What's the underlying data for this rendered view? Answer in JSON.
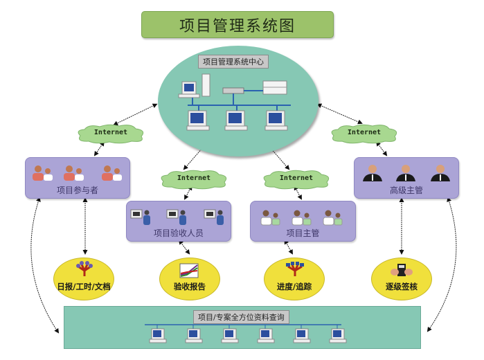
{
  "title": "项目管理系统图",
  "center": {
    "label": "项目管理系统中心"
  },
  "clouds": [
    {
      "label": "Internet"
    },
    {
      "label": "Internet"
    },
    {
      "label": "Internet"
    },
    {
      "label": "Internet"
    }
  ],
  "groups": {
    "participants": {
      "label": "项目参与者"
    },
    "acceptance": {
      "label": "项目验收人员"
    },
    "supervisor": {
      "label": "项目主管"
    },
    "senior": {
      "label": "高级主管"
    }
  },
  "functions": [
    {
      "label": "日报/工时/文档",
      "icon": "org-tree-icon"
    },
    {
      "label": "验收报告",
      "icon": "chart-icon"
    },
    {
      "label": "进度/追踪",
      "icon": "network-tree-icon"
    },
    {
      "label": "逐级签核",
      "icon": "approval-icon"
    }
  ],
  "bottom": {
    "label": "项目/专案全方位资料查询",
    "terminal_count": 6
  },
  "colors": {
    "title_bg": "#9cc26a",
    "center_bg": "#86c8b4",
    "cloud_bg": "#a8d890",
    "group_bg": "#aba4d6",
    "function_bg": "#f0e03c",
    "bottom_bg": "#86c8b4",
    "network_line": "#2a62b0"
  }
}
